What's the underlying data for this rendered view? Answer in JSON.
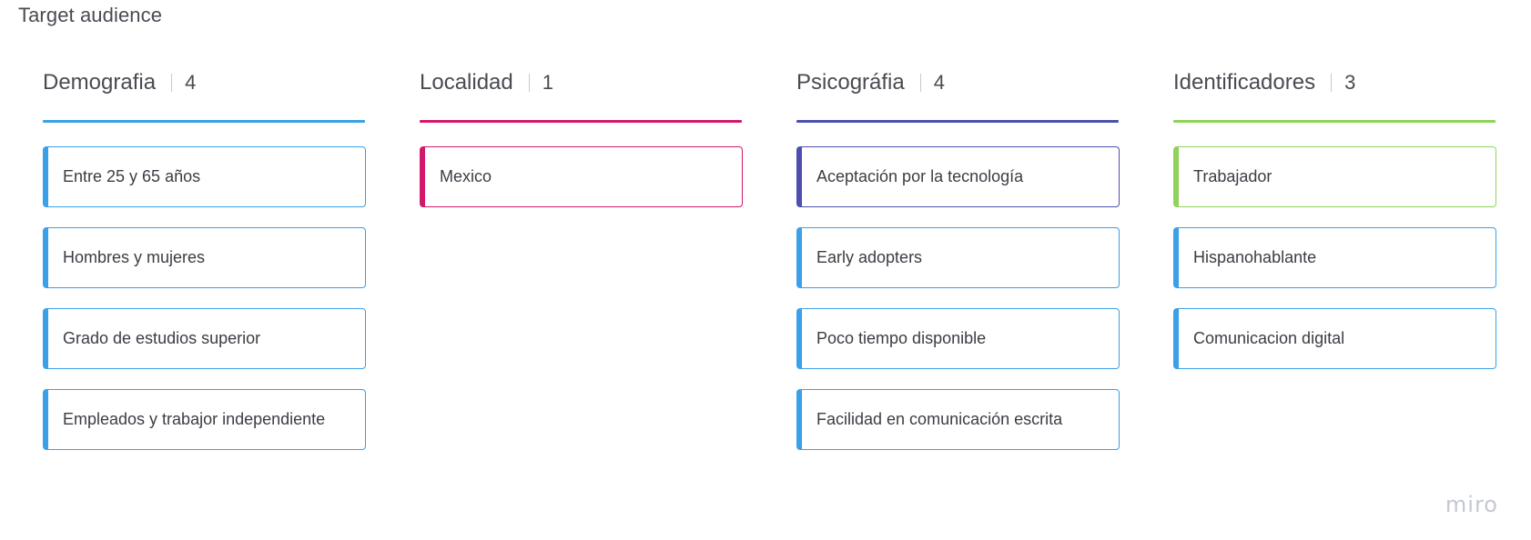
{
  "frame": {
    "title": "Target audience"
  },
  "brand": "miro",
  "columns": [
    {
      "title": "Demografia",
      "count": "4",
      "color": "#3aa0e8",
      "cards": [
        {
          "text": "Entre 25 y 65 años",
          "color": "#3aa0e8"
        },
        {
          "text": "Hombres y mujeres",
          "color": "#3aa0e8"
        },
        {
          "text": "Grado de estudios superior",
          "color": "#3aa0e8"
        },
        {
          "text": "Empleados y trabajor independiente",
          "color": "#3aa0e8"
        }
      ]
    },
    {
      "title": "Localidad",
      "count": "1",
      "color": "#d1186b",
      "cards": [
        {
          "text": "Mexico",
          "color": "#d1186b"
        }
      ]
    },
    {
      "title": "Psicográfia",
      "count": "4",
      "color": "#4c4fae",
      "cards": [
        {
          "text": "Aceptación por la tecnología",
          "color": "#4c4fae"
        },
        {
          "text": "Early adopters",
          "color": "#3aa0e8"
        },
        {
          "text": "Poco tiempo disponible",
          "color": "#3aa0e8"
        },
        {
          "text": "Facilidad en comunicación escrita",
          "color": "#3aa0e8"
        }
      ]
    },
    {
      "title": "Identificadores",
      "count": "3",
      "color": "#8fd35a",
      "cards": [
        {
          "text": "Trabajador",
          "color": "#8fd35a"
        },
        {
          "text": "Hispanohablante",
          "color": "#3aa0e8"
        },
        {
          "text": "Comunicacion digital",
          "color": "#3aa0e8"
        }
      ]
    }
  ]
}
